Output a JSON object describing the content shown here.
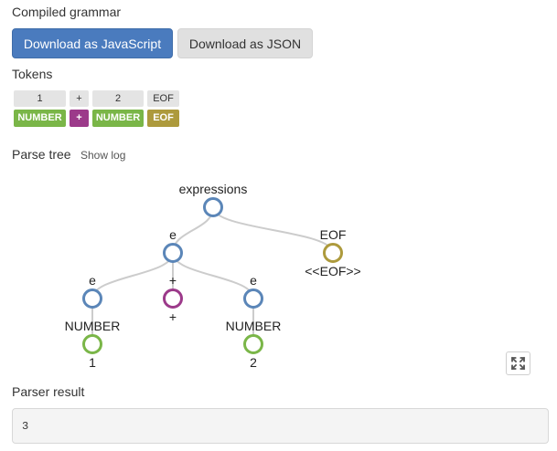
{
  "compiled": {
    "title": "Compiled grammar",
    "download_js_label": "Download as JavaScript",
    "download_json_label": "Download as JSON"
  },
  "tokens": {
    "title": "Tokens",
    "items": [
      {
        "value": "1",
        "type": "NUMBER",
        "color": "#7ab648"
      },
      {
        "value": "+",
        "type": "+",
        "color": "#9c3a8a"
      },
      {
        "value": "2",
        "type": "NUMBER",
        "color": "#7ab648"
      },
      {
        "value": "EOF",
        "type": "EOF",
        "color": "#ad9a3c"
      }
    ]
  },
  "parse_tree": {
    "title": "Parse tree",
    "show_log_label": "Show log",
    "node_colors": {
      "nonterminal": "#5b86b8",
      "number": "#7ab648",
      "plus": "#9c3a8a",
      "eof": "#ad9a3c"
    },
    "nodes": {
      "root": {
        "label": "expressions"
      },
      "e_mid": {
        "label": "e"
      },
      "eof": {
        "label": "EOF",
        "sublabel": "<<EOF>>"
      },
      "e_left": {
        "label": "e"
      },
      "plus": {
        "label": "+",
        "sublabel": "+"
      },
      "e_right": {
        "label": "e"
      },
      "num_left": {
        "label": "NUMBER",
        "sublabel": "1"
      },
      "num_right": {
        "label": "NUMBER",
        "sublabel": "2"
      }
    },
    "expand_icon": "expand-icon"
  },
  "parser_result": {
    "title": "Parser result",
    "value": "3"
  }
}
